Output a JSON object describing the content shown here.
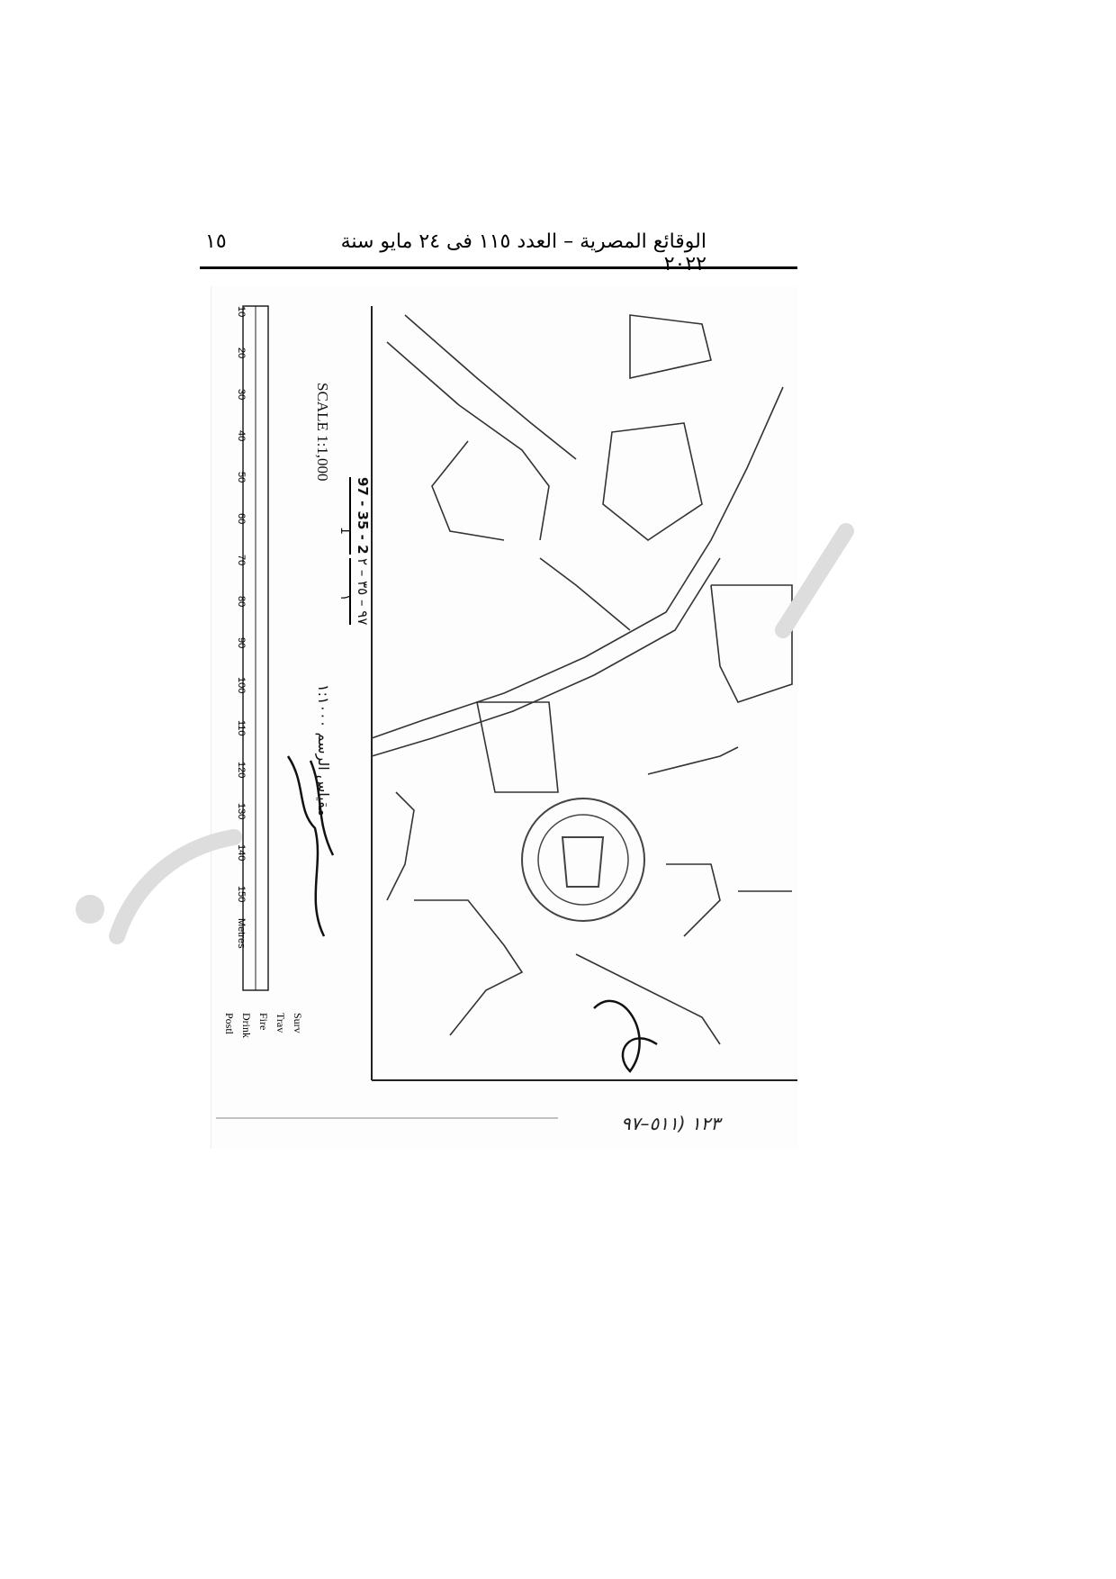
{
  "header": {
    "title": "الوقائع المصرية – العدد ١١٥ فى ٢٤ مايو سنة ٢٠٢٢",
    "page_number": "١٥"
  },
  "map": {
    "scale_label_en": "SCALE 1:1,000",
    "sheet_number_en": "97 - 35 - 2",
    "sheet_sub_en": "1",
    "sheet_number_ar": "٩٧ – ٣٥ – ٢",
    "sheet_sub_ar": "١",
    "scale_label_ar": "مقياس الرسم ١:١٠٠٠",
    "scale_ticks": [
      "10",
      "20",
      "30",
      "40",
      "50",
      "60",
      "70",
      "80",
      "90",
      "100",
      "110",
      "120",
      "130",
      "140",
      "150",
      "Metres"
    ],
    "legend": [
      "Surv",
      "Trav",
      "Fire",
      "Drink",
      "Postl"
    ],
    "handwritten_note": "١٢٣ (٥١١–٩٧"
  }
}
